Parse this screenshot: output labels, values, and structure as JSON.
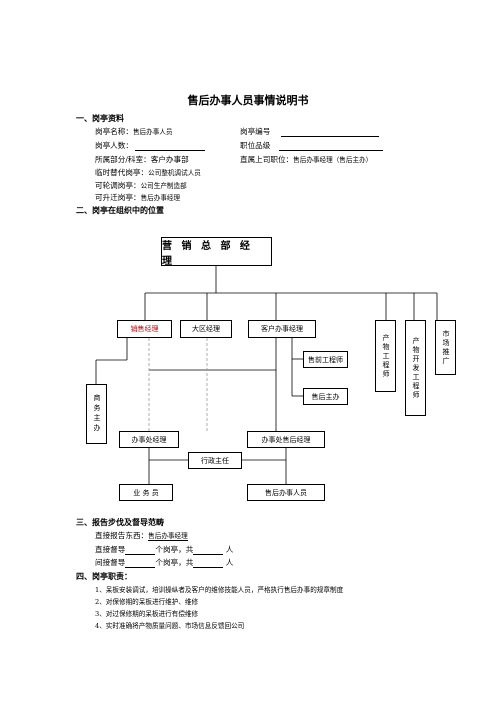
{
  "title": "售后办事人员事情说明书",
  "section1": {
    "heading": "一、岗亭资料",
    "post_name_label": "岗亭名称：",
    "post_name_value": "售后办事人员",
    "post_no_label": "岗亭编号",
    "headcount_label": "岗亭人数：",
    "grade_label": "职位品级",
    "dept_label": "所属部分/科室：",
    "dept_value": "客户办事部",
    "superior_label": "直属上司职位：",
    "superior_value": "售后办事经理（售后主办）",
    "substitute_label": "临时替代岗亭：",
    "substitute_value": "公司整机调试人员",
    "rotation_label": "可轮调岗亭：",
    "rotation_value": "公司生产制造部",
    "promotion_label": "可升迁岗亭：",
    "promotion_value": "售后办事经理"
  },
  "section2": {
    "heading": "二、岗亭在组织中的位置"
  },
  "org_chart": {
    "top": "营 销 总 部 经 理",
    "sales_manager": "销售经理",
    "region_manager": "大区经理",
    "customer_manager": "客户办事经理",
    "presales_engineer": "售前工程师",
    "aftersales_lead": "售后主办",
    "product_engineer": "产物工程师",
    "dev_engineer": "产物开发工程师",
    "market_promo": "市场推广",
    "business_lead": "商务主办",
    "office_manager": "办事处经理",
    "office_aftersales_manager": "办事处售后经理",
    "admin_lead": "行政主任",
    "salesman": "业 务 员",
    "aftersales_staff": "售后办事人员"
  },
  "section3": {
    "heading": "三、报告步伐及督导范畴",
    "direct_report_label": "直接报告东西：",
    "direct_report_value": "售后办事经理",
    "direct_supervise_a": "直接督导",
    "direct_supervise_b": "个岗亭，共",
    "direct_supervise_c": "人",
    "indirect_supervise_a": "间接督导",
    "indirect_supervise_b": "个岗亭，共",
    "indirect_supervise_c": "人"
  },
  "section4": {
    "heading": "四、岗亭职责：",
    "items": [
      "1、呆板安装调试，培训操纵者及客户的维修技能人员，严格执行售后办事的规章制度",
      "2、对保修期的呆板进行维护、维修",
      "3、对过保修期的呆板进行有偿维修",
      "4、实时准确将产物质量问题、市场信息反馈回公司"
    ]
  }
}
